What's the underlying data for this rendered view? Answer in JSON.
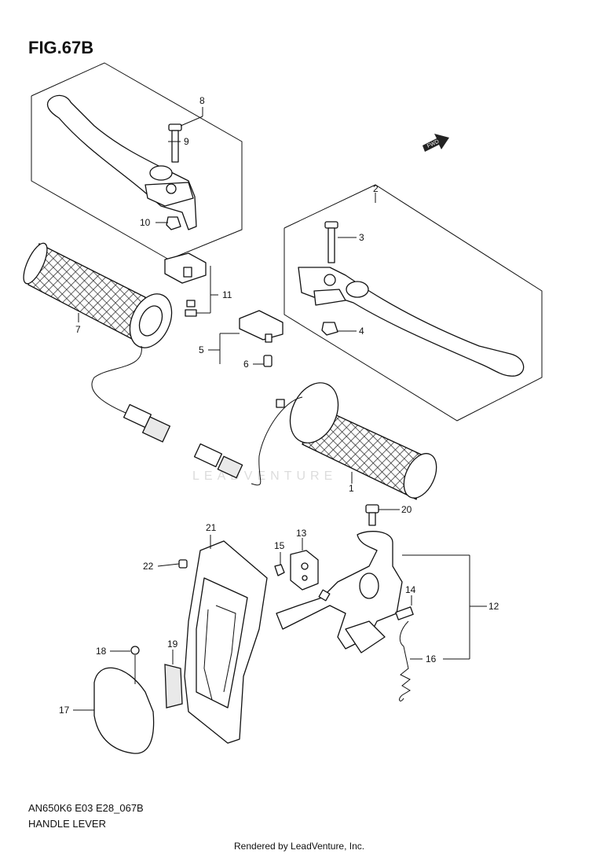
{
  "figure": {
    "title": "FIG.67B",
    "model_code": "AN650K6 E03 E28_067B",
    "part_name": "HANDLE LEVER",
    "rendered_by": "Rendered by LeadVenture, Inc.",
    "watermark": "LEADVENTURE",
    "fwd_label": "FWD"
  },
  "callouts": {
    "c1": "1",
    "c2": "2",
    "c3": "3",
    "c4": "4",
    "c5": "5",
    "c6": "6",
    "c7": "7",
    "c8": "8",
    "c9": "9",
    "c10": "10",
    "c11": "11",
    "c12": "12",
    "c13": "13",
    "c14": "14",
    "c15": "15",
    "c16": "16",
    "c17": "17",
    "c18": "18",
    "c19": "19",
    "c20": "20",
    "c21": "21",
    "c22": "22"
  }
}
